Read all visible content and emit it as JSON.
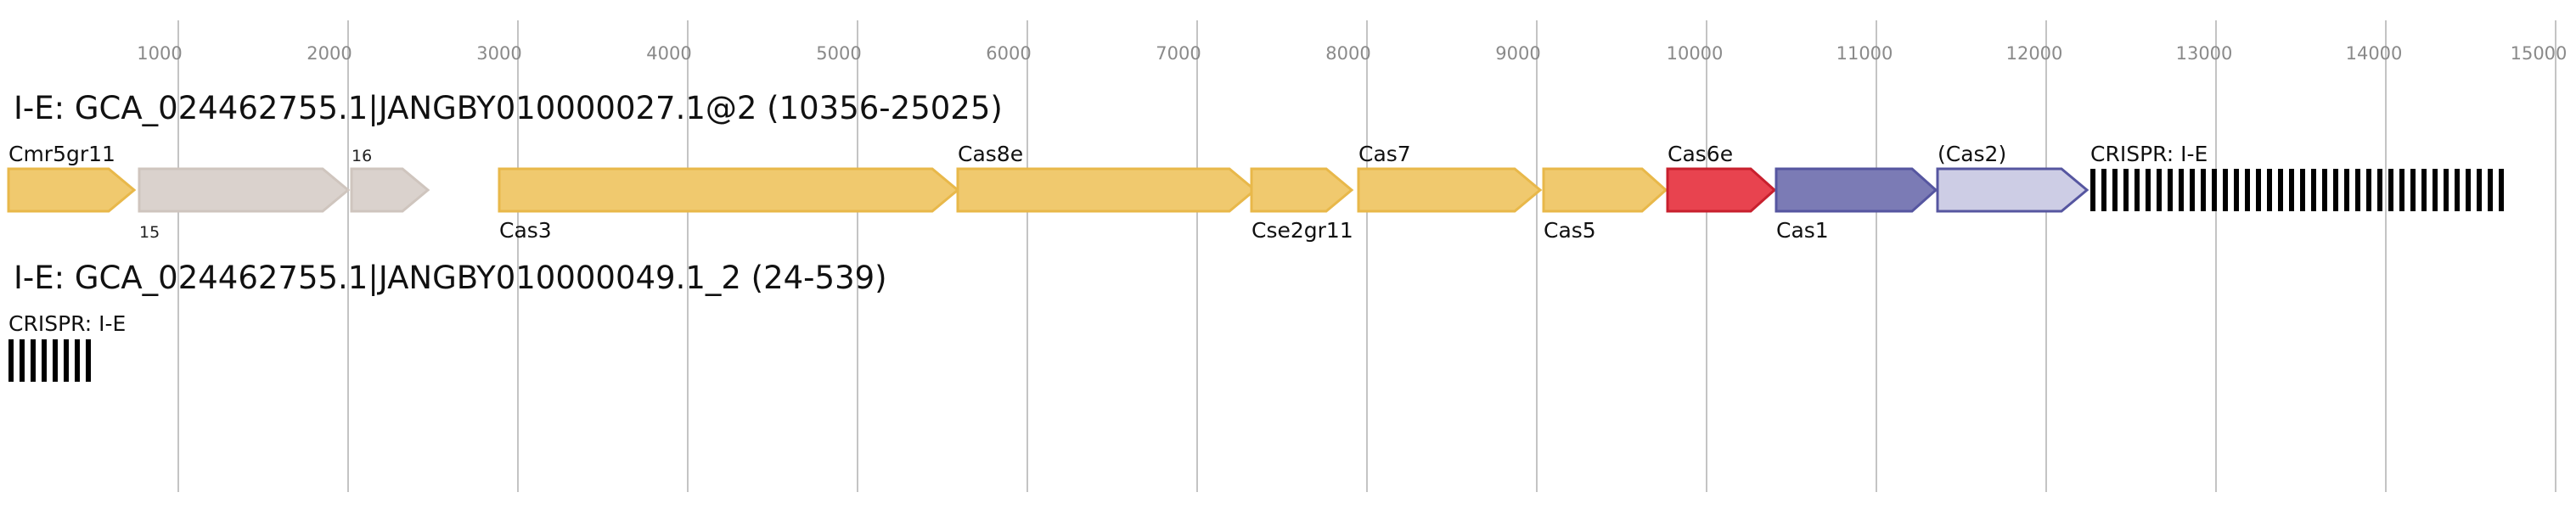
{
  "axis": {
    "ticks": [
      "1000",
      "2000",
      "3000",
      "4000",
      "5000",
      "6000",
      "7000",
      "8000",
      "9000",
      "10000",
      "11000",
      "12000",
      "13000",
      "14000",
      "15000"
    ]
  },
  "tracks": [
    {
      "title": "I-E: GCA_024462755.1|JANGBY010000027.1@2 (10356-25025)",
      "features": [
        {
          "label": "Cmr5gr11",
          "label_pos": "above",
          "kind": "gene",
          "color": "#f0c96e",
          "stroke": "#e8b84a"
        },
        {
          "label": "15",
          "label_pos": "below",
          "kind": "gene",
          "color": "#dad2cd",
          "stroke": "#cfc5be",
          "small": true
        },
        {
          "label": "16",
          "label_pos": "above",
          "kind": "gene",
          "color": "#dad2cd",
          "stroke": "#cfc5be",
          "small": true
        },
        {
          "label": "Cas3",
          "label_pos": "below",
          "kind": "gene",
          "color": "#f0c96e",
          "stroke": "#e8b84a"
        },
        {
          "label": "Cas8e",
          "label_pos": "above",
          "kind": "gene",
          "color": "#f0c96e",
          "stroke": "#e8b84a"
        },
        {
          "label": "Cse2gr11",
          "label_pos": "below",
          "kind": "gene",
          "color": "#f0c96e",
          "stroke": "#e8b84a"
        },
        {
          "label": "Cas7",
          "label_pos": "above",
          "kind": "gene",
          "color": "#f0c96e",
          "stroke": "#e8b84a"
        },
        {
          "label": "Cas5",
          "label_pos": "below",
          "kind": "gene",
          "color": "#f0c96e",
          "stroke": "#e8b84a"
        },
        {
          "label": "Cas6e",
          "label_pos": "above",
          "kind": "gene",
          "color": "#e8434f",
          "stroke": "#c8202e"
        },
        {
          "label": "Cas1",
          "label_pos": "below",
          "kind": "gene",
          "color": "#7b7bb5",
          "stroke": "#5656a0"
        },
        {
          "label": "(Cas2)",
          "label_pos": "above",
          "kind": "gene",
          "color": "#cdcde5",
          "stroke": "#5656a0"
        },
        {
          "label": "CRISPR: I-E",
          "label_pos": "above",
          "kind": "crispr"
        }
      ]
    },
    {
      "title": "I-E: GCA_024462755.1|JANGBY010000049.1_2 (24-539)",
      "features": [
        {
          "label": "CRISPR: I-E",
          "label_pos": "above",
          "kind": "crispr"
        }
      ]
    }
  ]
}
